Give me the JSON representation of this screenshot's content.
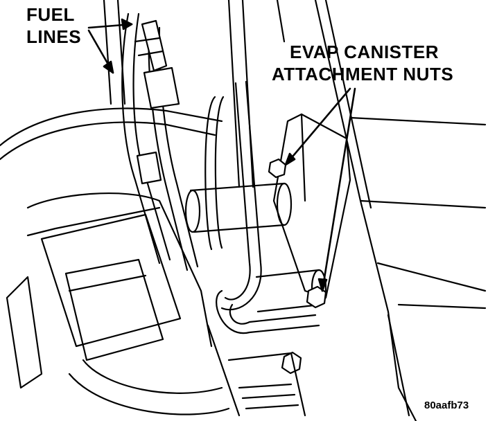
{
  "labels": {
    "fuel_lines_line1": "FUEL",
    "fuel_lines_line2": "LINES",
    "evap_line1": "EVAP CANISTER",
    "evap_line2": "ATTACHMENT NUTS",
    "figure_code": "80aafb73"
  },
  "colors": {
    "ink": "#000000",
    "paper": "#ffffff"
  }
}
